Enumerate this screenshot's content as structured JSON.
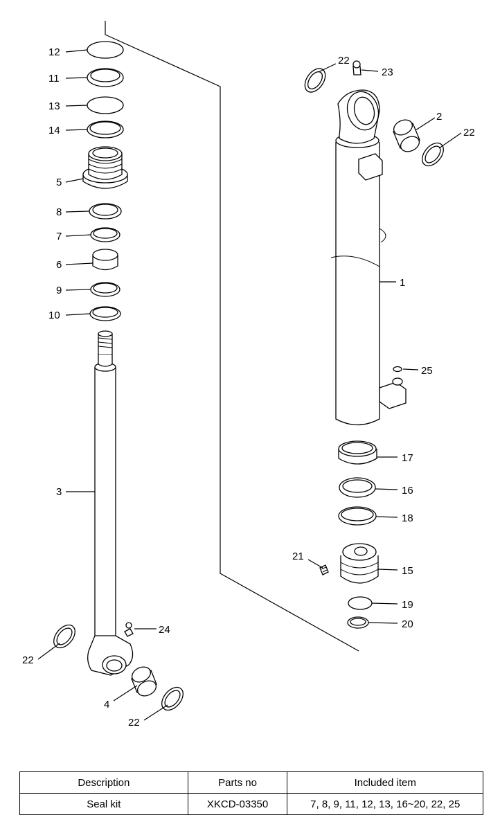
{
  "callouts": {
    "c1": "1",
    "c2": "2",
    "c3": "3",
    "c4": "4",
    "c5": "5",
    "c6": "6",
    "c7": "7",
    "c8": "8",
    "c9": "9",
    "c10": "10",
    "c11": "11",
    "c12": "12",
    "c13": "13",
    "c14": "14",
    "c15": "15",
    "c16": "16",
    "c17": "17",
    "c18": "18",
    "c19": "19",
    "c20": "20",
    "c21": "21",
    "c22": "22",
    "c23": "23",
    "c24": "24",
    "c25": "25"
  },
  "table": {
    "headers": [
      "Description",
      "Parts no",
      "Included item"
    ],
    "rows": [
      [
        "Seal kit",
        "XKCD-03350",
        "7, 8, 9, 11, 12, 13, 16~20, 22, 25"
      ]
    ]
  }
}
